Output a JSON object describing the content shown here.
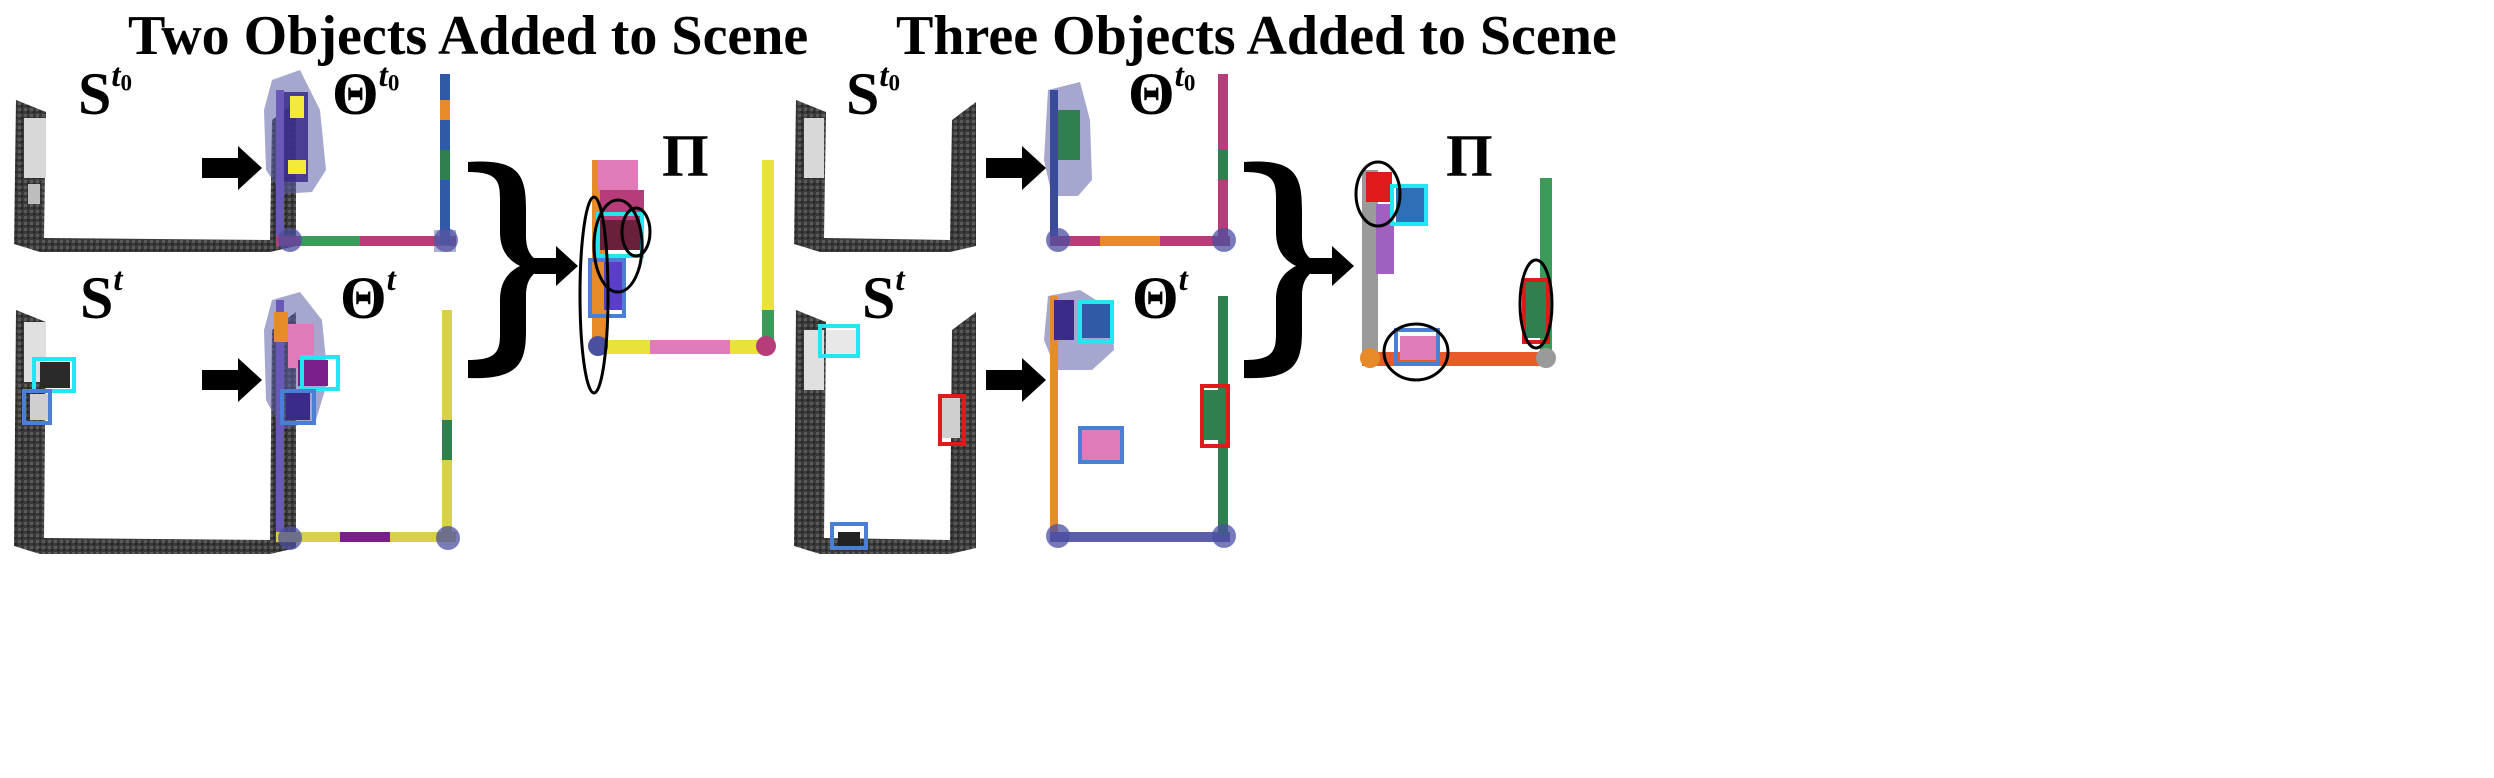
{
  "panels": [
    {
      "title": "Two Objects Added to Scene",
      "labels": {
        "s_t0": "S",
        "s_t0_sup": "t",
        "s_t0_sub": "0",
        "theta_t0": "Θ",
        "theta_t0_sup": "t",
        "theta_t0_sub": "0",
        "s_t": "S",
        "s_t_sup": "t",
        "theta_t": "Θ",
        "theta_t_sup": "t",
        "pi": "Π"
      }
    },
    {
      "title": "Three Objects Added to Scene",
      "labels": {
        "s_t0": "S",
        "s_t0_sup": "t",
        "s_t0_sub": "0",
        "theta_t0": "Θ",
        "theta_t0_sup": "t",
        "theta_t0_sub": "0",
        "s_t": "S",
        "s_t_sup": "t",
        "theta_t": "Θ",
        "theta_t_sup": "t",
        "pi": "Π"
      }
    }
  ],
  "colors": {
    "cyan_box": "#22e6f0",
    "blue_box": "#4a7fd6",
    "red_box": "#e01a1a",
    "ellipse": "#000000"
  }
}
